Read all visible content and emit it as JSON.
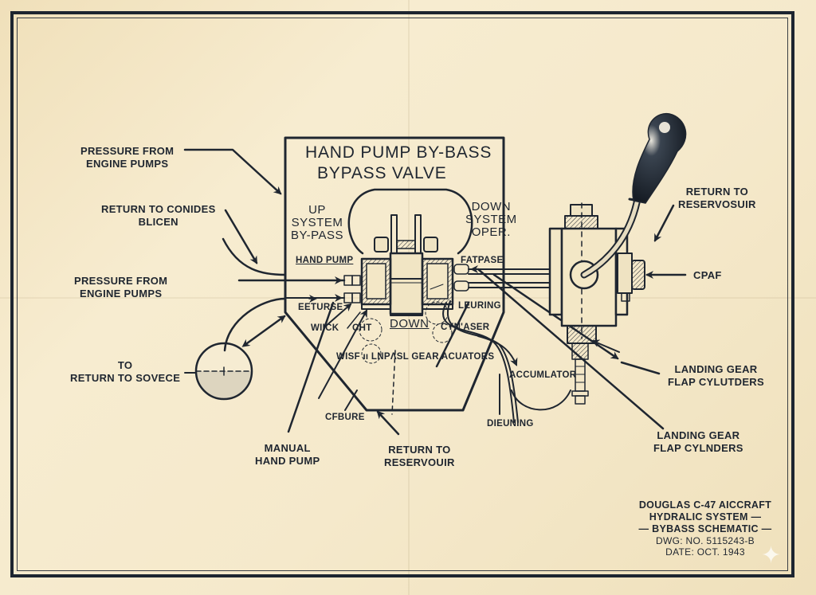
{
  "colors": {
    "ink": "#1f2630",
    "paper": "#f3e7c6",
    "knob": "#1e2732"
  },
  "box": {
    "title_line1": "HAND PUMP  BY-BASS",
    "title_line2": "BYPASS  VALVE",
    "up_label": [
      "UP",
      "SYSTEM",
      "BY-PASS"
    ],
    "down_label": [
      "DOWN",
      "SYSTEM",
      "OPER."
    ]
  },
  "inner_labels": {
    "hand_pump": "HAND PUMP",
    "fatpase": "FATPASE",
    "eeturse": "EETURSE",
    "leuring": "LEURING",
    "wiick": "WIICK",
    "cht": "CHT",
    "down": "DOWN",
    "cynaser": "CYN'ASER",
    "gear_acuators": "WISF  ıı LNPΛSL GEAR ACUATORS",
    "cfbure": "CFBURE",
    "accumlator": "ACCUMLATOR",
    "dieuning": "DIEUNING"
  },
  "callouts": {
    "pressure_top": [
      "PRESSURE FROM",
      "ENGINE PUMPS"
    ],
    "return_conides": [
      "RETURN TO CONIDES",
      "BLICEN"
    ],
    "pressure_mid": [
      "PRESSURE FROM",
      "ENGINE PUMPS"
    ],
    "return_sovece": [
      "TO",
      "RETURN TO SOVECE"
    ],
    "manual_hand_pump": [
      "MANUAL",
      "HAND PUMP"
    ],
    "return_reservouir": [
      "RETURN TO",
      "RESERVOUIR"
    ],
    "return_reservosuir": [
      "RETURN TO",
      "RESERVOSUIR"
    ],
    "cpaf": "CPAF",
    "landing_gear_1": [
      "LANDING GEAR",
      "FLAP CYLUTDERS"
    ],
    "landing_gear_2": [
      "LANDING GEAR",
      "FLAP CYLNDERS"
    ]
  },
  "title_block": {
    "line1": "DOUGLAS C-47 AICCRAFT",
    "line2": "HYDRALIC SYSTEM —",
    "line3": "— BYBASS SCHEMATIC —",
    "dwg": "DWG: NO. 5115243-B",
    "date": "DATE: OCT. 1943"
  },
  "sparkle_icon": "✦"
}
